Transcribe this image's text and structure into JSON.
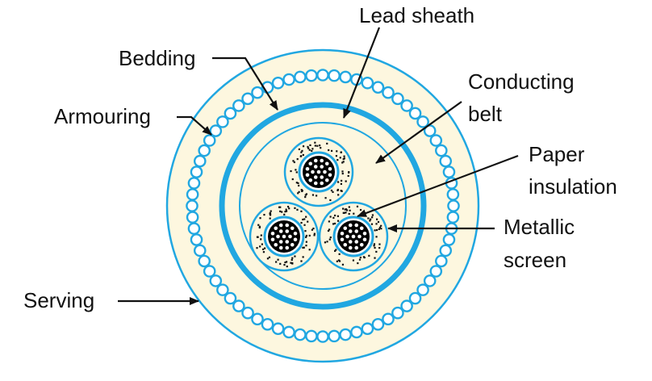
{
  "diagram": {
    "labels": {
      "lead_sheath": "Lead sheath",
      "bedding": "Bedding",
      "armouring": "Armouring",
      "conducting_belt_line1": "Conducting",
      "conducting_belt_line2": "belt",
      "paper_insulation_line1": "Paper",
      "paper_insulation_line2": "insulation",
      "metallic_screen_line1": "Metallic",
      "metallic_screen_line2": "screen",
      "serving": "Serving"
    },
    "colors": {
      "cream_fill": "#fdf7df",
      "blue": "#21a7e1",
      "conductor": "#000000",
      "strand": "#ffffff",
      "text": "#111111"
    },
    "structure": {
      "cores": 3,
      "armour_wire_count": 72,
      "strands_per_conductor": 19
    }
  }
}
